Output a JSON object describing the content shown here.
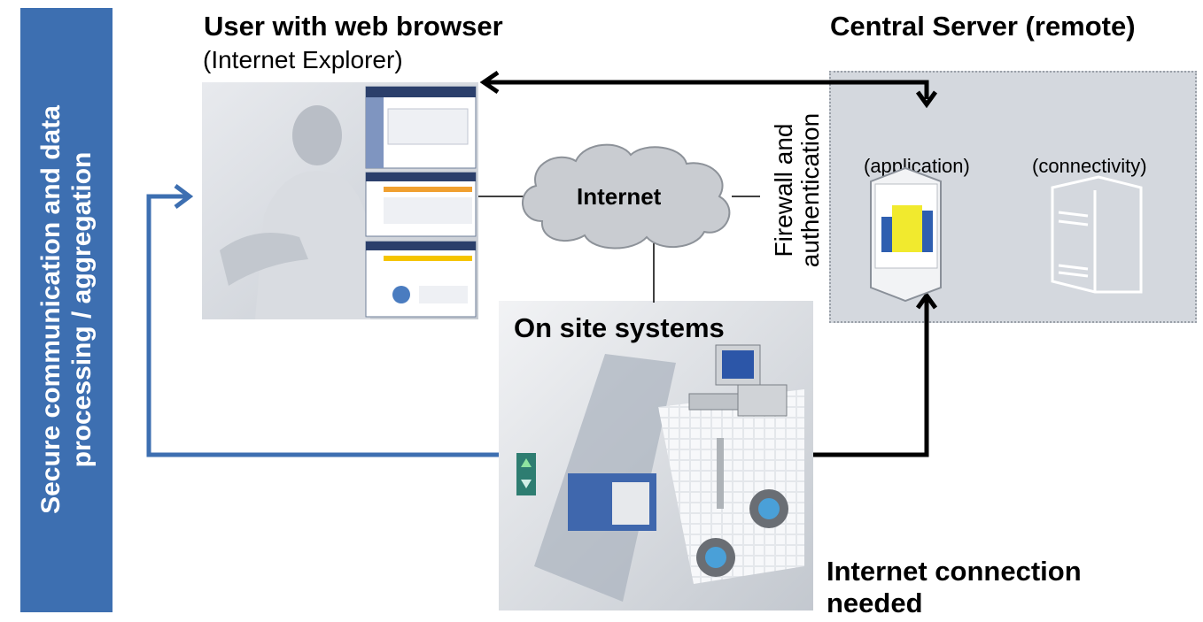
{
  "sidebar": {
    "line1": "Secure communication and data",
    "line2": "processing / aggregation"
  },
  "user": {
    "title": "User with web browser",
    "subtitle": "(Internet Explorer)"
  },
  "server": {
    "title": "Central Server (remote)",
    "application": "(application)",
    "connectivity": "(connectivity)"
  },
  "firewall": {
    "line1": "Firewall and",
    "line2": "authentication"
  },
  "internet": {
    "label": "Internet"
  },
  "onsite": {
    "title": "On site systems"
  },
  "connection": {
    "line1": "Internet connection",
    "line2": "needed"
  },
  "colors": {
    "sidebar": "#3d6fb1",
    "server_bg": "#d4d8de",
    "cloud": "#c9ccd1",
    "arrow_blue": "#3d6fb1",
    "arrow_black": "#000000"
  }
}
